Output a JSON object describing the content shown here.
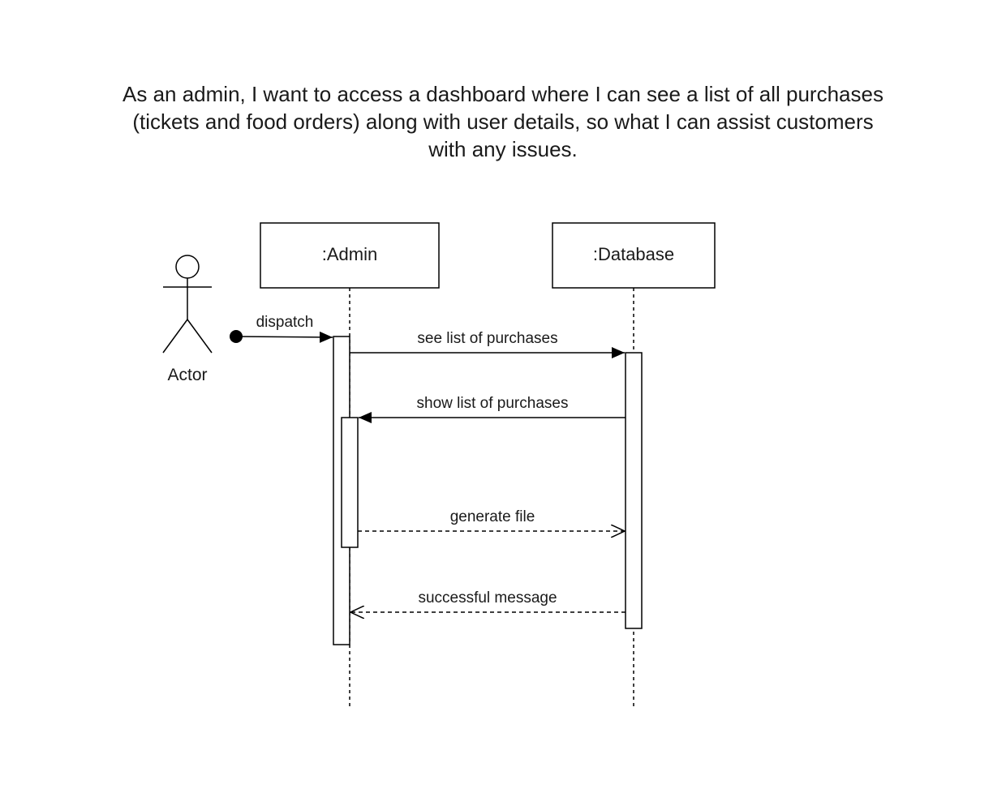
{
  "story": {
    "lines": [
      "As an admin, I want to access a dashboard where I can see a list of all purchases",
      "(tickets and food orders) along with user details, so what I can assist customers",
      "with any issues."
    ]
  },
  "actor": {
    "label": "Actor"
  },
  "lifelines": {
    "admin": ":Admin",
    "database": ":Database"
  },
  "messages": {
    "dispatch": "dispatch",
    "see_list": "see list of purchases",
    "show_list": "show list of purchases",
    "generate_file": "generate file",
    "successful_message": "successful message"
  },
  "colors": {
    "stroke": "#000000",
    "text": "#1a1a1a",
    "background": "#ffffff"
  }
}
